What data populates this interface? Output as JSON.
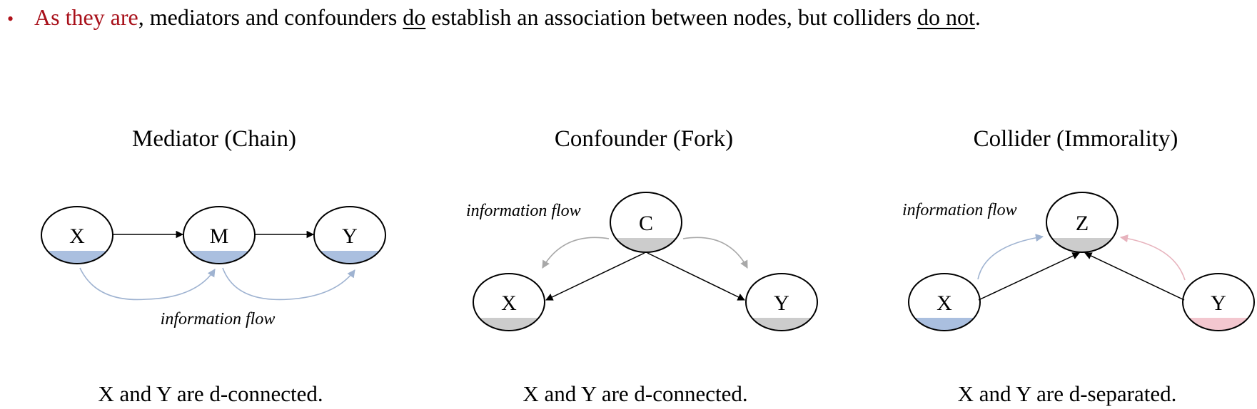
{
  "bullet": {
    "marker": "•",
    "lead": "As they are",
    "part1": ", mediators and confounders ",
    "emph1": "do",
    "part2": " establish an association between nodes, but colliders ",
    "emph2": "do not",
    "part3": "."
  },
  "diagrams": [
    {
      "title": "Mediator (Chain)",
      "nodes": [
        "X",
        "M",
        "Y"
      ],
      "flow_label": "information flow",
      "caption": "X and Y are d-connected."
    },
    {
      "title": "Confounder (Fork)",
      "nodes": [
        "C",
        "X",
        "Y"
      ],
      "flow_label": "information flow",
      "caption": "X and Y are d-connected."
    },
    {
      "title": "Collider (Immorality)",
      "nodes": [
        "Z",
        "X",
        "Y"
      ],
      "flow_label": "information flow",
      "caption": "X and Y are d-separated."
    }
  ],
  "colors": {
    "accent_red": "#a8101a",
    "blue_fill": "#aabfdf",
    "gray_fill": "#cccccc",
    "pink_fill": "#f3c7cf",
    "blue_flow": "#9fb3d1",
    "gray_flow": "#a8a8a8",
    "pink_flow": "#e7b3bd"
  }
}
